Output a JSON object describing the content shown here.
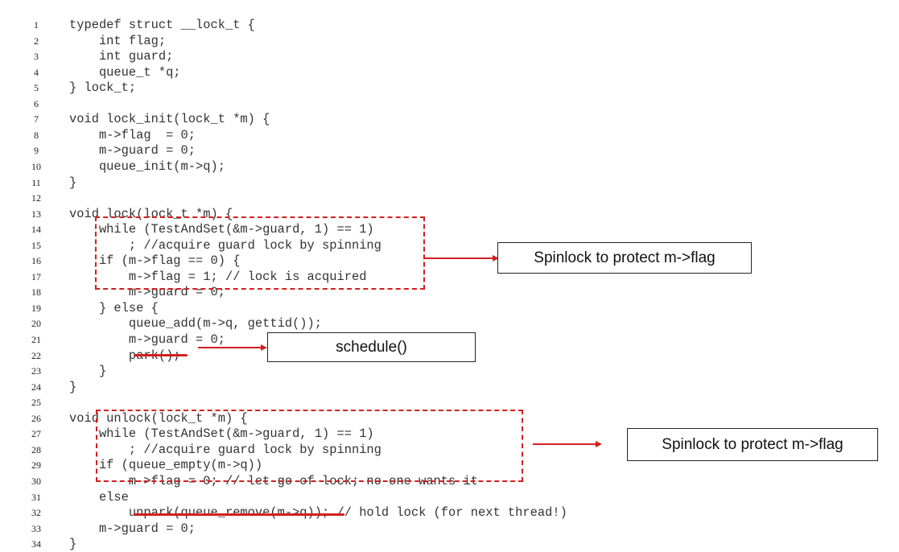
{
  "code_lines": [
    {
      "n": "1",
      "text": "typedef struct __lock_t {"
    },
    {
      "n": "2",
      "text": "    int flag;"
    },
    {
      "n": "3",
      "text": "    int guard;"
    },
    {
      "n": "4",
      "text": "    queue_t *q;"
    },
    {
      "n": "5",
      "text": "} lock_t;"
    },
    {
      "n": "6",
      "text": ""
    },
    {
      "n": "7",
      "text": "void lock_init(lock_t *m) {"
    },
    {
      "n": "8",
      "text": "    m->flag  = 0;"
    },
    {
      "n": "9",
      "text": "    m->guard = 0;"
    },
    {
      "n": "10",
      "text": "    queue_init(m->q);"
    },
    {
      "n": "11",
      "text": "}"
    },
    {
      "n": "12",
      "text": ""
    },
    {
      "n": "13",
      "text": "void lock(lock_t *m) {"
    },
    {
      "n": "14",
      "text": "    while (TestAndSet(&m->guard, 1) == 1)"
    },
    {
      "n": "15",
      "text": "        ; //acquire guard lock by spinning"
    },
    {
      "n": "16",
      "text": "    if (m->flag == 0) {"
    },
    {
      "n": "17",
      "text": "        m->flag = 1; // lock is acquired"
    },
    {
      "n": "18",
      "text": "        m->guard = 0;"
    },
    {
      "n": "19",
      "text": "    } else {"
    },
    {
      "n": "20",
      "text": "        queue_add(m->q, gettid());"
    },
    {
      "n": "21",
      "text": "        m->guard = 0;"
    },
    {
      "n": "22",
      "text": "        park();"
    },
    {
      "n": "23",
      "text": "    }"
    },
    {
      "n": "24",
      "text": "}"
    },
    {
      "n": "25",
      "text": ""
    },
    {
      "n": "26",
      "text": "void unlock(lock_t *m) {"
    },
    {
      "n": "27",
      "text": "    while (TestAndSet(&m->guard, 1) == 1)"
    },
    {
      "n": "28",
      "text": "        ; //acquire guard lock by spinning"
    },
    {
      "n": "29",
      "text": "    if (queue_empty(m->q))"
    },
    {
      "n": "30",
      "text": "        m->flag = 0; // let go of lock; no one wants it"
    },
    {
      "n": "31",
      "text": "    else"
    },
    {
      "n": "32",
      "text": "        unpark(queue_remove(m->q)); // hold lock (for next thread!)"
    },
    {
      "n": "33",
      "text": "    m->guard = 0;"
    },
    {
      "n": "34",
      "text": "}"
    }
  ],
  "annotations": {
    "lock_callout": "Spinlock to protect m->flag",
    "park_callout": "schedule()",
    "unlock_callout": "Spinlock to protect m->flag"
  },
  "colors": {
    "annotation_red": "#d21f1f",
    "code_text": "#333333"
  }
}
